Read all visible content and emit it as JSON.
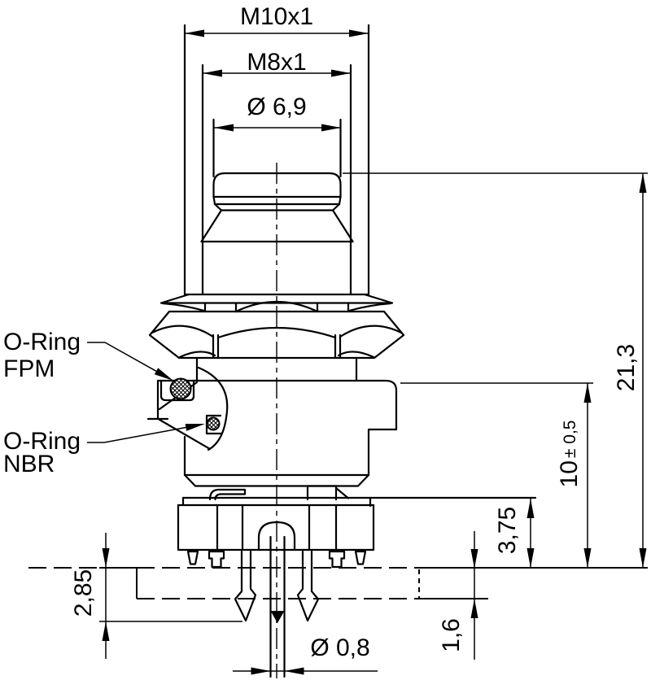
{
  "drawing": {
    "type": "technical-drawing-pushbutton-switch-section",
    "colors": {
      "line": "#000000",
      "background": "#ffffff"
    },
    "dimensions": {
      "thread_outer": "M10x1",
      "thread_inner": "M8x1",
      "plunger_diameter": "Ø 6,9",
      "overall_height": "21,3",
      "mount_height_value": "10",
      "mount_height_tolerance": "± 0,5",
      "base_height": "3,75",
      "panel_thickness": "1,6",
      "snap_leg_depth": "2,85",
      "pin_diameter": "Ø 0,8"
    },
    "labels": {
      "oring_fpm_line1": "O-Ring",
      "oring_fpm_line2": "FPM",
      "oring_nbr_line1": "O-Ring",
      "oring_nbr_line2": "NBR"
    }
  }
}
